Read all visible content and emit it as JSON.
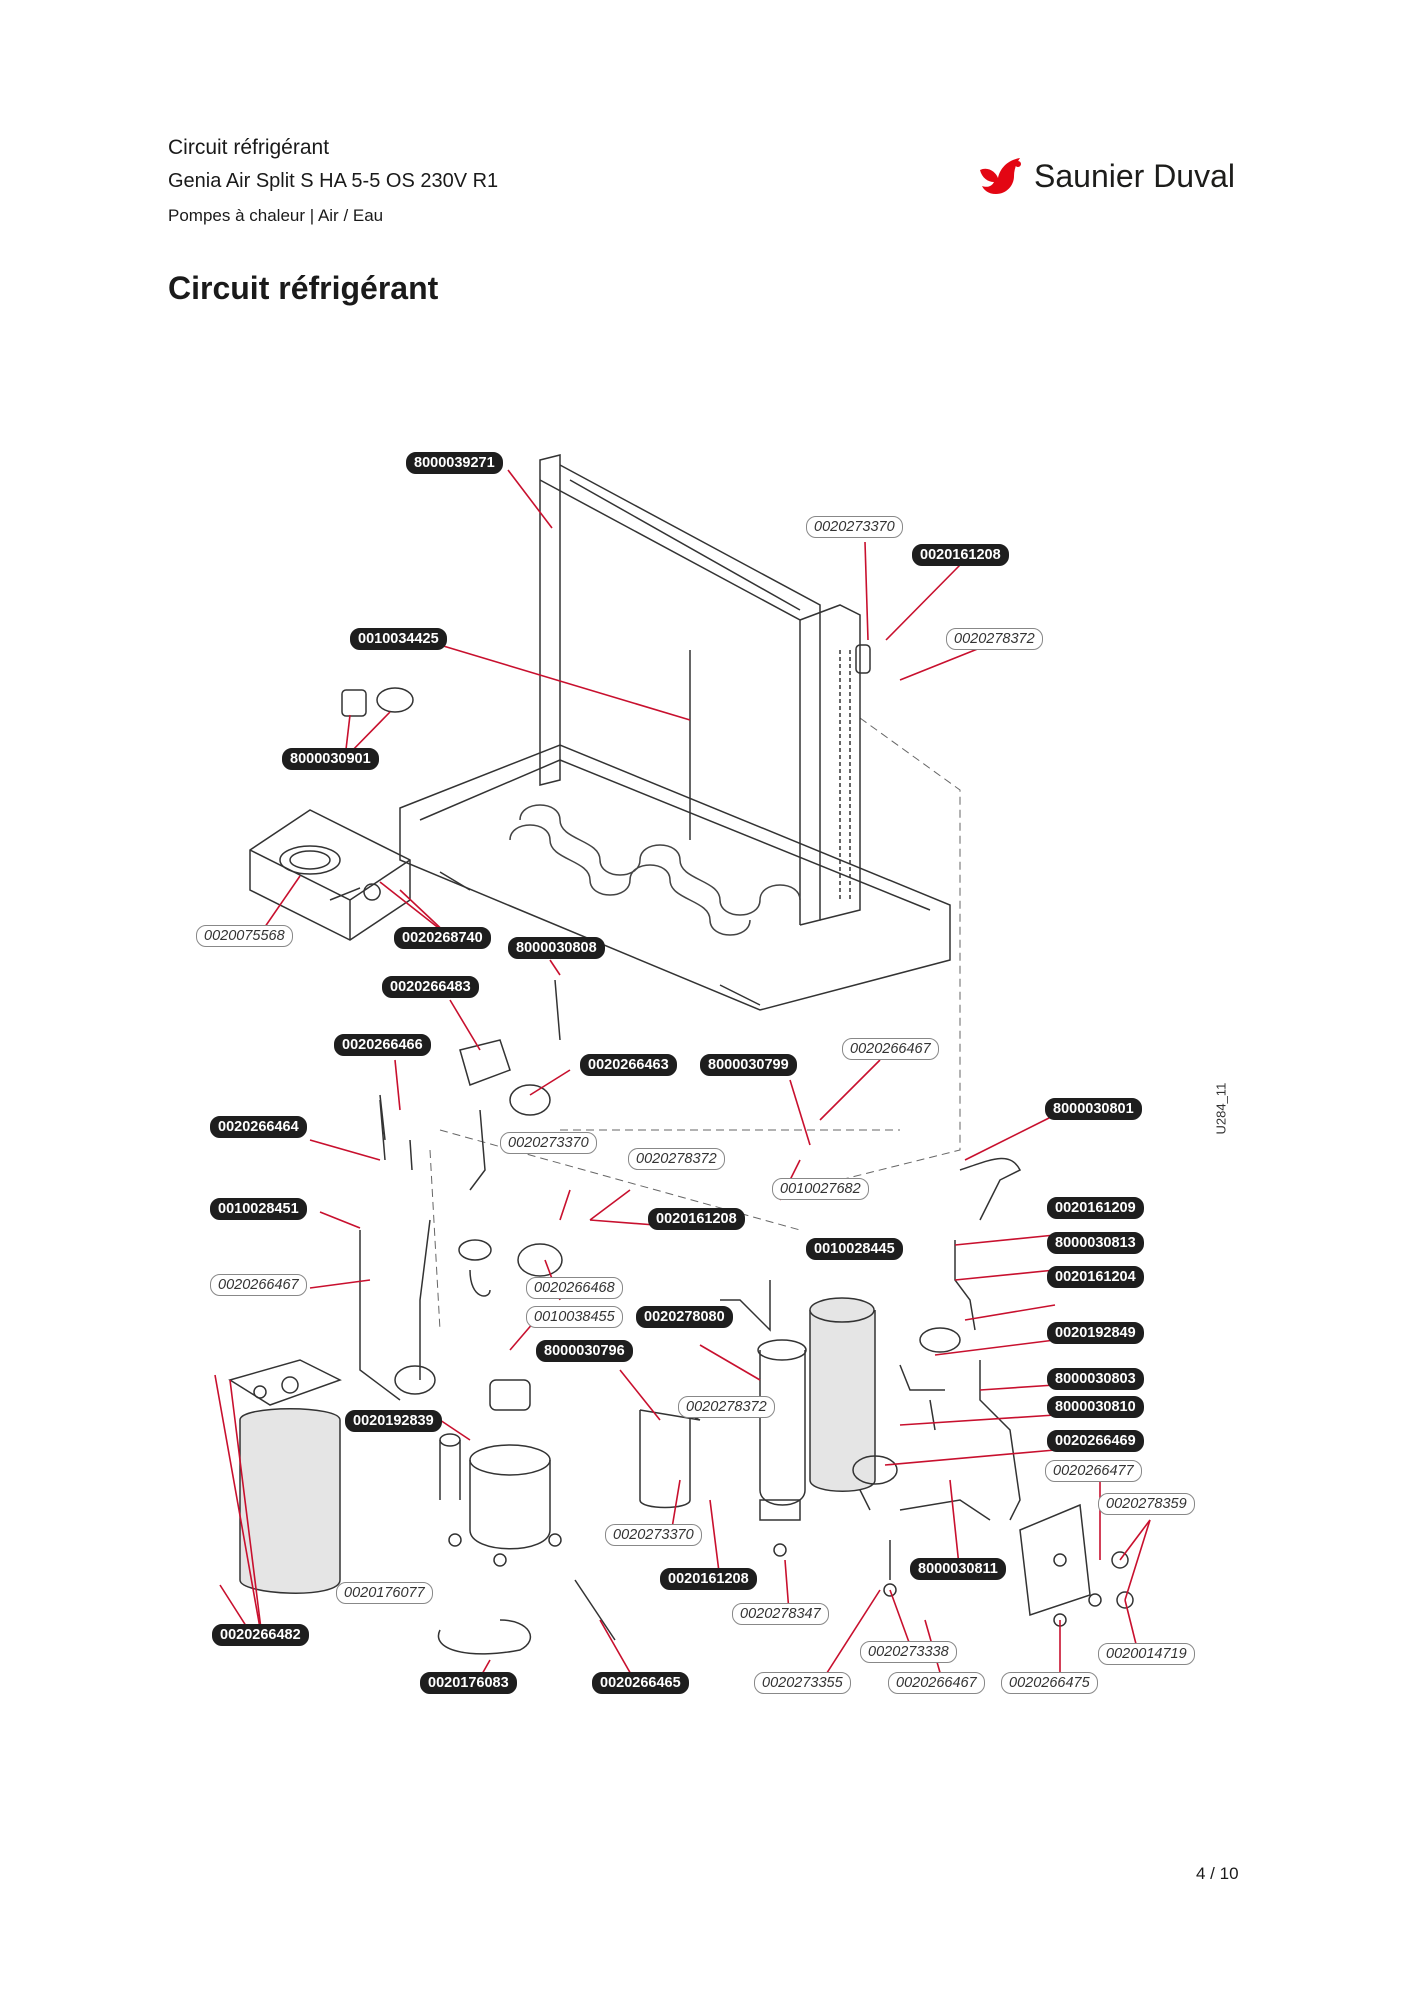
{
  "header": {
    "title": "Circuit réfrigérant",
    "model": "Genia Air Split S HA 5-5 OS 230V R1",
    "category": "Pompes à chaleur | Air / Eau"
  },
  "brand": {
    "name": "Saunier Duval",
    "logo_icon": "red-bird-logo-icon",
    "color": "#e30613"
  },
  "page_heading": "Circuit réfrigérant",
  "drawing_code": "U284_11",
  "page_number": "4 / 10",
  "colors": {
    "leader_line": "#c8102e",
    "label_solid": "#1e1e1e"
  },
  "parts": [
    {
      "code": "8000039271",
      "style": "solid"
    },
    {
      "code": "0020273370",
      "style": "outline"
    },
    {
      "code": "0020161208",
      "style": "solid"
    },
    {
      "code": "0010034425",
      "style": "solid"
    },
    {
      "code": "0020278372",
      "style": "outline"
    },
    {
      "code": "8000030901",
      "style": "solid"
    },
    {
      "code": "0020075568",
      "style": "outline"
    },
    {
      "code": "0020268740",
      "style": "solid"
    },
    {
      "code": "8000030808",
      "style": "solid"
    },
    {
      "code": "0020266483",
      "style": "solid"
    },
    {
      "code": "0020266466",
      "style": "solid"
    },
    {
      "code": "0020266463",
      "style": "solid"
    },
    {
      "code": "8000030799",
      "style": "solid"
    },
    {
      "code": "0020266467",
      "style": "outline"
    },
    {
      "code": "0020266464",
      "style": "solid"
    },
    {
      "code": "8000030801",
      "style": "solid"
    },
    {
      "code": "0020273370",
      "style": "outline"
    },
    {
      "code": "0020278372",
      "style": "outline"
    },
    {
      "code": "0010027682",
      "style": "outline"
    },
    {
      "code": "0010028451",
      "style": "solid"
    },
    {
      "code": "0020161208",
      "style": "solid"
    },
    {
      "code": "0020161209",
      "style": "solid"
    },
    {
      "code": "8000030813",
      "style": "solid"
    },
    {
      "code": "0010028445",
      "style": "solid"
    },
    {
      "code": "0020266467",
      "style": "outline"
    },
    {
      "code": "0020266468",
      "style": "outline"
    },
    {
      "code": "0020161204",
      "style": "solid"
    },
    {
      "code": "0010038455",
      "style": "outline"
    },
    {
      "code": "0020278080",
      "style": "solid"
    },
    {
      "code": "0020192849",
      "style": "solid"
    },
    {
      "code": "8000030796",
      "style": "solid"
    },
    {
      "code": "8000030803",
      "style": "solid"
    },
    {
      "code": "0020278372",
      "style": "outline"
    },
    {
      "code": "8000030810",
      "style": "solid"
    },
    {
      "code": "0020192839",
      "style": "solid"
    },
    {
      "code": "0020266469",
      "style": "solid"
    },
    {
      "code": "0020266477",
      "style": "outline"
    },
    {
      "code": "0020278359",
      "style": "outline"
    },
    {
      "code": "0020273370",
      "style": "outline"
    },
    {
      "code": "8000030811",
      "style": "solid"
    },
    {
      "code": "0020161208",
      "style": "solid"
    },
    {
      "code": "0020176077",
      "style": "outline"
    },
    {
      "code": "0020278347",
      "style": "outline"
    },
    {
      "code": "0020266482",
      "style": "solid"
    },
    {
      "code": "0020273338",
      "style": "outline"
    },
    {
      "code": "0020014719",
      "style": "outline"
    },
    {
      "code": "0020176083",
      "style": "solid"
    },
    {
      "code": "0020266465",
      "style": "solid"
    },
    {
      "code": "0020273355",
      "style": "outline"
    },
    {
      "code": "0020266467",
      "style": "outline"
    },
    {
      "code": "0020266475",
      "style": "outline"
    }
  ]
}
